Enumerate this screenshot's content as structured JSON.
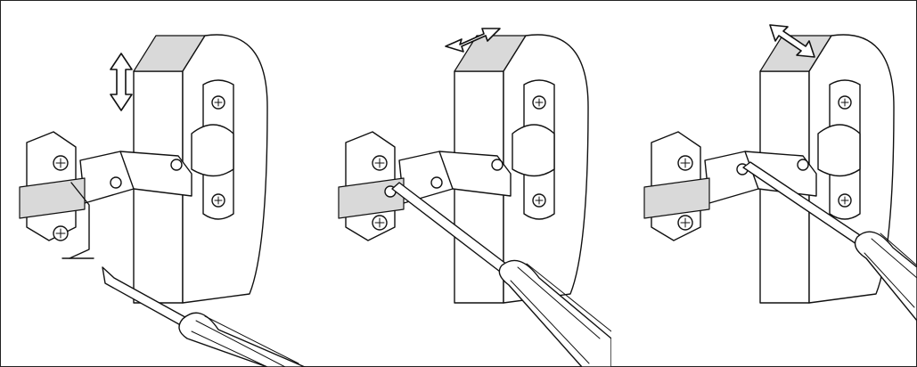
{
  "illustration": {
    "panels": [
      {
        "step": "vertical-adjustment",
        "arrow_direction": "vertical",
        "screw": "lower-base-screw"
      },
      {
        "step": "depth-adjustment",
        "arrow_direction": "depth",
        "screw": "base-front-screw"
      },
      {
        "step": "side-adjustment",
        "arrow_direction": "lateral",
        "screw": "arm-side-screw"
      }
    ],
    "colors": {
      "line": "#111111",
      "shade": "#d9d9d9",
      "background": "#ffffff"
    }
  }
}
